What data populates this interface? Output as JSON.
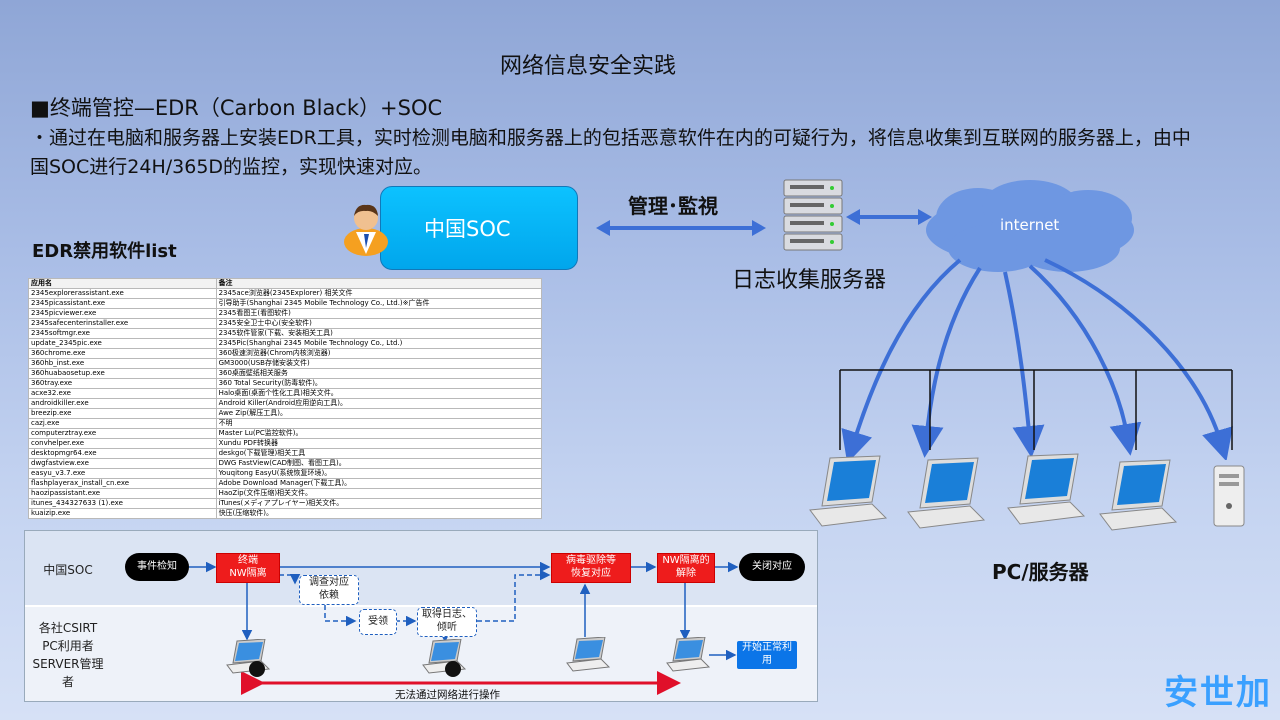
{
  "slide": {
    "title": "网络信息安全实践",
    "heading": "■终端管控—EDR（Carbon Black）+SOC",
    "description": "・通过在电脑和服务器上安装EDR工具，实时检测电脑和服务器上的包括恶意软件在内的可疑行为，将信息收集到互联网的服务器上，由中国SOC进行24H/365D的监控，实现快速对应。"
  },
  "diagram": {
    "soc_label": "中国SOC",
    "mgmt_label": "管理･監視",
    "log_server_label": "日志收集服务器",
    "internet_label": "internet",
    "pc_server_label": "PC/服务器"
  },
  "edr": {
    "title": "EDR禁用软件list",
    "headers": [
      "应用名",
      "备注"
    ],
    "rows": [
      [
        "2345explorerassistant.exe",
        "2345ace浏览器(2345Explorer) 相关文件"
      ],
      [
        "2345picassistant.exe",
        "引导助手(Shanghai 2345 Mobile Technology Co., Ltd.)※广告件"
      ],
      [
        "2345picviewer.exe",
        "2345看图王(看图软件)"
      ],
      [
        "2345safecenterinstaller.exe",
        "2345安全卫士中心(安全软件)"
      ],
      [
        "2345softmgr.exe",
        "2345软件管家(下载、安装相关工具)"
      ],
      [
        "update_2345pic.exe",
        "2345Pic(Shanghai 2345 Mobile Technology Co., Ltd.)"
      ],
      [
        "360chrome.exe",
        "360极速浏览器(Chrom内核浏览器)"
      ],
      [
        "360hb_inst.exe",
        "GM3000(USB存储安装文件)"
      ],
      [
        "360huabaosetup.exe",
        "360桌面壁纸相关服务"
      ],
      [
        "360tray.exe",
        "360 Total Security(防毒软件)。"
      ],
      [
        "acxe32.exe",
        "Halo桌面(桌面个性化工具)相关文件。"
      ],
      [
        "androidkiller.exe",
        "Android Killer(Android应用逆向工具)。"
      ],
      [
        "breezip.exe",
        "Awe Zip(解压工具)。"
      ],
      [
        "cazj.exe",
        "不明"
      ],
      [
        "computerztray.exe",
        "Master Lu(PC监控软件)。"
      ],
      [
        "convhelper.exe",
        "Xundu PDF转换器"
      ],
      [
        "desktopmgr64.exe",
        "deskgo(下载管理)相关工具"
      ],
      [
        "dwgfastview.exe",
        "DWG FastView(CAD制图、看图工具)。"
      ],
      [
        "easyu_v3.7.exe",
        "Youqitong EasyU(系统恢复环境)。"
      ],
      [
        "flashplayerax_install_cn.exe",
        "Adobe Download Manager(下载工具)。"
      ],
      [
        "haozipassistant.exe",
        "HaoZip(文件压缩)相关文件。"
      ],
      [
        "itunes_434327633 (1).exe",
        "iTunes(メディアプレイヤー)相关文件。"
      ],
      [
        "kuaizip.exe",
        "快压(压缩软件)。"
      ]
    ]
  },
  "flow": {
    "lane1": "中国SOC",
    "lane2_lines": [
      "各社CSIRT",
      "PC利用者",
      "SERVER管理",
      "者"
    ],
    "event_detect": "事件检知",
    "isolate": [
      "终端",
      "NW隔离"
    ],
    "adjust": [
      "调查对应",
      "依赖"
    ],
    "receive": "受领",
    "get_log": [
      "取得日志、",
      "倾听"
    ],
    "virus_remove": [
      "病毒驱除等",
      "恢复对应"
    ],
    "nw_release": [
      "NW隔离的",
      "解除"
    ],
    "close": "关闭对应",
    "resume": [
      "开始正常利",
      "用"
    ],
    "no_network": "无法通过网络进行操作"
  },
  "brand": {
    "watermark": "安世加"
  },
  "colors": {
    "soc_blue": "#01a6ec",
    "arrow_blue": "#3d6fd6",
    "red": "#ee1c1c"
  }
}
